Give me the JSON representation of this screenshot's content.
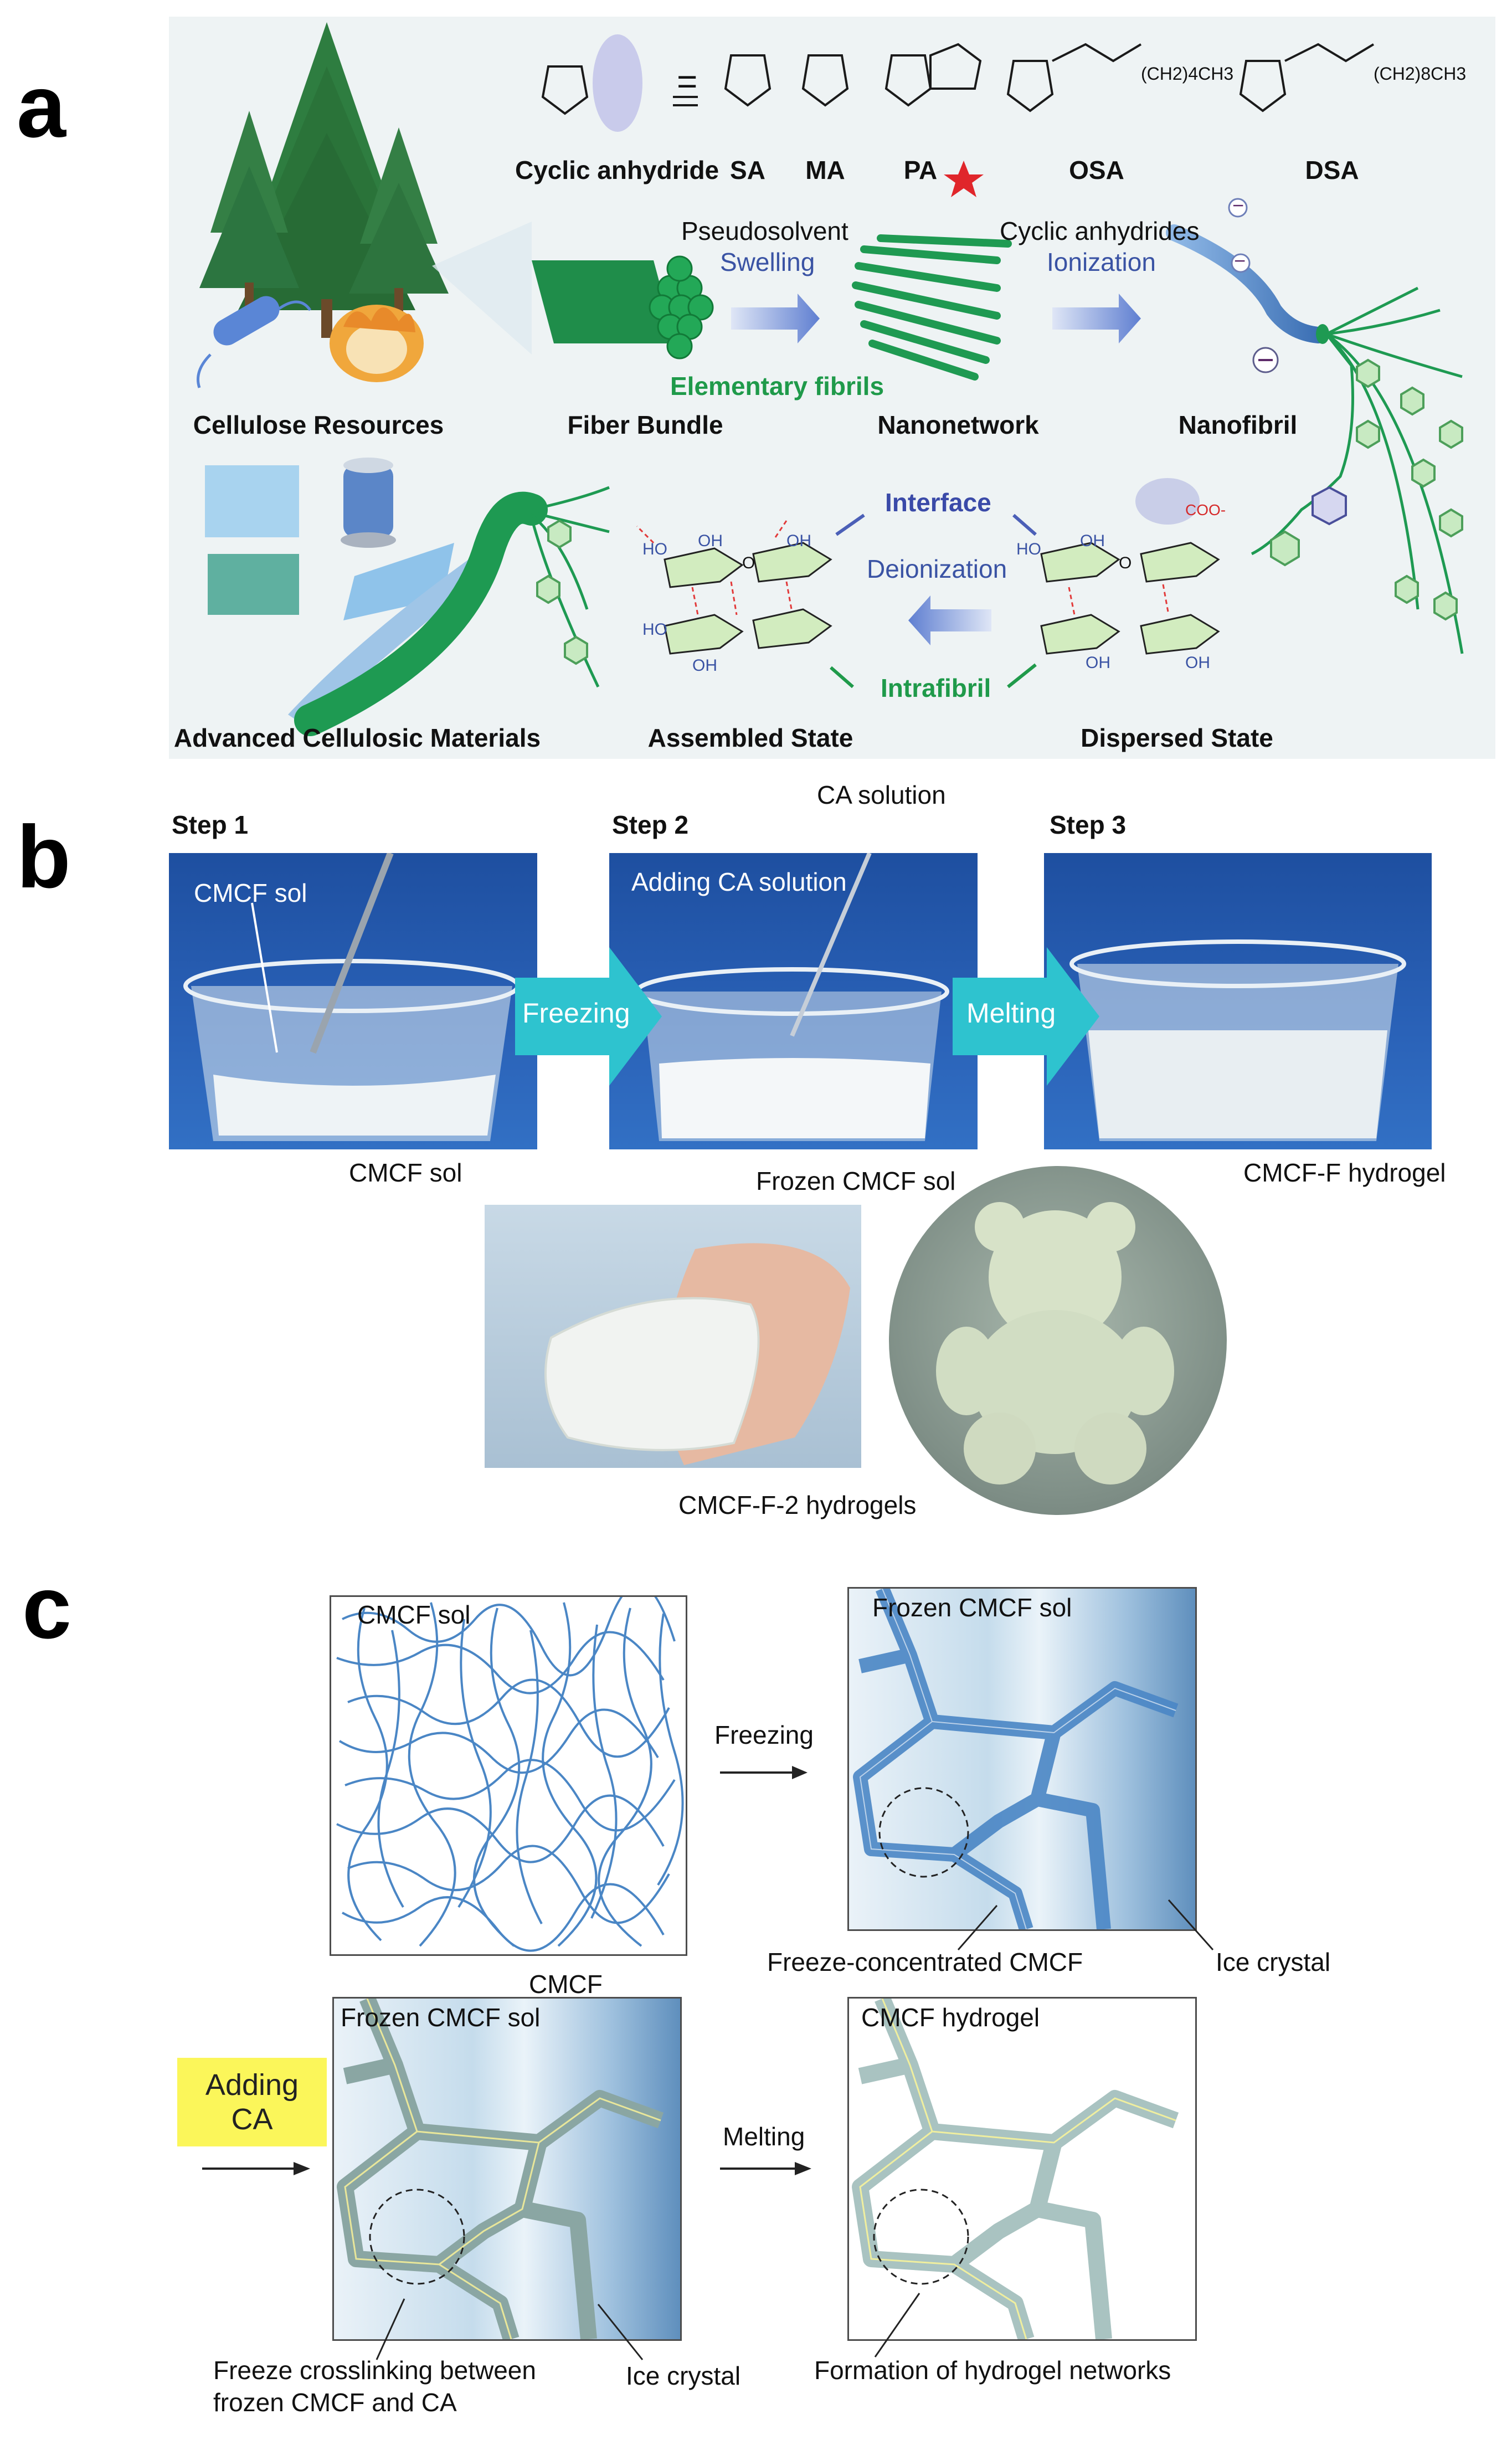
{
  "panels": {
    "a": "a",
    "b": "b",
    "c": "c"
  },
  "panel_a": {
    "anhydride": {
      "label": "Cyclic anhydride",
      "equals": "=",
      "types": [
        "SA",
        "MA",
        "PA",
        "OSA",
        "DSA"
      ],
      "osa_chain": "(CH2)4CH3",
      "dsa_chain": "(CH2)8CH3"
    },
    "stages_top": [
      "Cellulose Resources",
      "Fiber Bundle",
      "Nanonetwork",
      "Nanofibril"
    ],
    "step1": {
      "top": "Pseudosolvent",
      "bottom": "Swelling"
    },
    "step2": {
      "top": "Cyclic anhydrides",
      "bottom": "Ionization"
    },
    "elementary": "Elementary fibrils",
    "stages_bottom": [
      "Advanced Cellulosic Materials",
      "Assembled State",
      "Dispersed State"
    ],
    "interface": "Interface",
    "deionization": "Deionization",
    "intrafibril": "Intrafibril",
    "chem": {
      "ho": "HO",
      "oh": "OH",
      "o": "O",
      "coo": "COO-",
      "minus": "−"
    }
  },
  "panel_b": {
    "steps": [
      "Step 1",
      "Step 2",
      "Step 3"
    ],
    "cmcf_sol_in_photo": "CMCF sol",
    "adding_ca": "Adding CA solution",
    "ca_solution": "CA solution",
    "freezing": "Freezing",
    "melting": "Melting",
    "captions": [
      "CMCF sol",
      "Frozen CMCF sol",
      "CMCF-F hydrogel"
    ],
    "hydrogels": "CMCF-F-2 hydrogels"
  },
  "panel_c": {
    "box1_title": "CMCF sol",
    "box1_label": "CMCF",
    "box2_title": "Frozen CMCF sol",
    "box2_label_a": "Freeze-concentrated CMCF",
    "box2_label_b": "Ice crystal",
    "freezing": "Freezing",
    "adding_ca": [
      "Adding",
      "CA"
    ],
    "box3_title": "Frozen CMCF sol",
    "box3_label_a": [
      "Freeze crosslinking between",
      "frozen CMCF and CA"
    ],
    "box3_label_b": "Ice crystal",
    "melting": "Melting",
    "box4_title": "CMCF hydrogel",
    "box4_label": "Formation of hydrogel networks"
  },
  "colors": {
    "panel_a_bg": "#eef3f4",
    "teal_arrow": "#2ec3cf",
    "blue_photo": "#1f56a8",
    "fiber_green": "#1e9a52",
    "yellow": "#fbf65a",
    "cmcf_blue": "#4a86c5"
  }
}
